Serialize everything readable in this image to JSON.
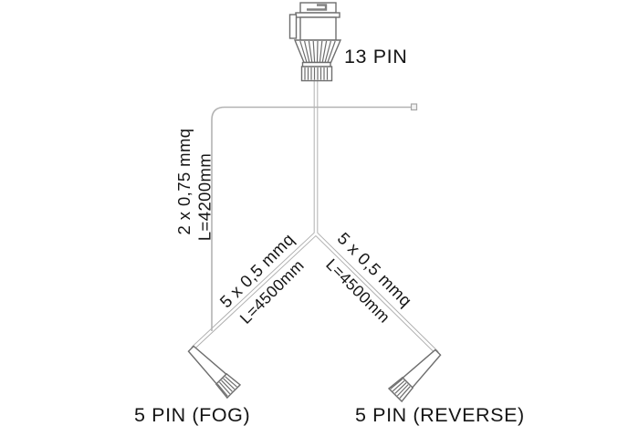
{
  "diagram": {
    "top_connector": {
      "label": "13 PIN"
    },
    "feed_wire": {
      "spec": "2 x 0,75 mmq",
      "length": "L=4200mm"
    },
    "left_branch": {
      "spec": "5 x 0,5 mmq",
      "length": "L=4500mm",
      "connector_label": "5 PIN (FOG)"
    },
    "right_branch": {
      "spec": "5 x 0,5 mmq",
      "length": "L=4500mm",
      "connector_label": "5 PIN (REVERSE)"
    },
    "colors": {
      "cable": "#adadad",
      "thin_wire": "#b3b3b3",
      "connector_outline": "#6e6e6e",
      "text": "#151515",
      "background": "#ffffff"
    }
  }
}
